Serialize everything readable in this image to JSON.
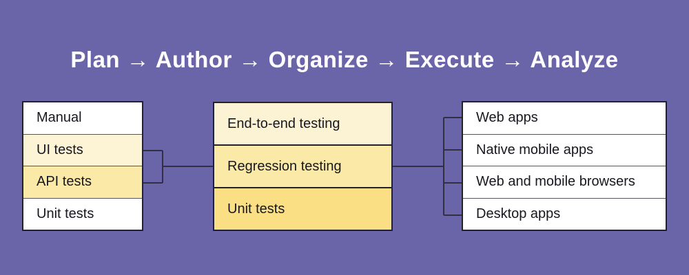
{
  "header": {
    "title": "Plan → Author → Organize → Execute → Analyze"
  },
  "colors": {
    "background": "#6A64A8",
    "title_text": "#FFFFFF",
    "text": "#17171F",
    "box_border": "#23222C",
    "connector": "#322E44",
    "white_row": "#FFFFFF",
    "cream_row": "#FCF4D4",
    "light_yellow_row": "#FAE9A7",
    "yellow_row": "#FADF84"
  },
  "diagram": {
    "test_types_box": {
      "rows": [
        {
          "label": "Manual",
          "bg": "#FFFFFF"
        },
        {
          "label": "UI tests",
          "bg": "#FCF4D4"
        },
        {
          "label": "API tests",
          "bg": "#FAE9A7"
        },
        {
          "label": "Unit tests",
          "bg": "#FFFFFF"
        }
      ]
    },
    "testing_scope_box": {
      "rows": [
        {
          "label": "End-to-end testing",
          "bg": "#FBF3D3"
        },
        {
          "label": "Regression testing",
          "bg": "#FAE9A7"
        },
        {
          "label": "Unit tests",
          "bg": "#FADF84"
        }
      ]
    },
    "platforms_box": {
      "rows": [
        {
          "label": "Web apps",
          "bg": "#FFFFFF"
        },
        {
          "label": "Native mobile apps",
          "bg": "#FFFFFF"
        },
        {
          "label": "Web and mobile browsers",
          "bg": "#FFFFFF"
        },
        {
          "label": "Desktop apps",
          "bg": "#FFFFFF"
        }
      ]
    }
  }
}
